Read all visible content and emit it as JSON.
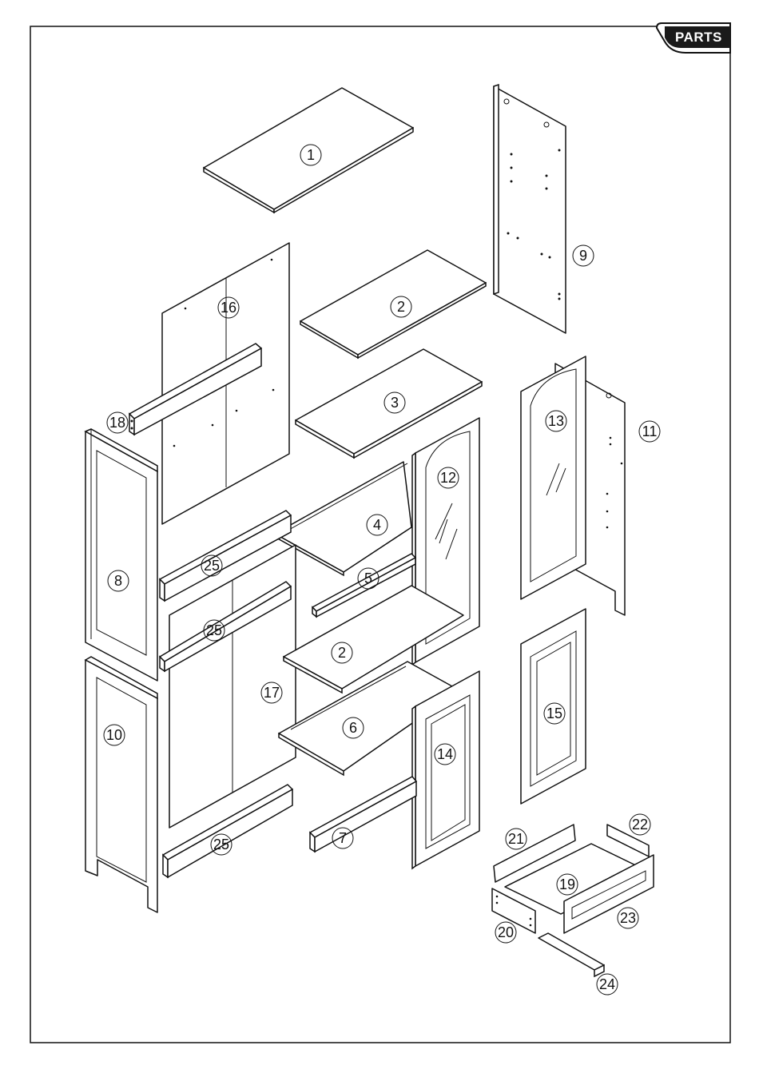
{
  "header": {
    "tab_label": "PARTS"
  },
  "colors": {
    "ink": "#111111",
    "tab_fill": "#1a1a1a",
    "paper": "#ffffff"
  },
  "callouts": [
    {
      "id": "c1",
      "number": "1"
    },
    {
      "id": "c2a",
      "number": "2"
    },
    {
      "id": "c3",
      "number": "3"
    },
    {
      "id": "c4",
      "number": "4"
    },
    {
      "id": "c5",
      "number": "5"
    },
    {
      "id": "c2b",
      "number": "2"
    },
    {
      "id": "c6",
      "number": "6"
    },
    {
      "id": "c7",
      "number": "7"
    },
    {
      "id": "c8",
      "number": "8"
    },
    {
      "id": "c9",
      "number": "9"
    },
    {
      "id": "c10",
      "number": "10"
    },
    {
      "id": "c11",
      "number": "11"
    },
    {
      "id": "c12",
      "number": "12"
    },
    {
      "id": "c13",
      "number": "13"
    },
    {
      "id": "c14",
      "number": "14"
    },
    {
      "id": "c15",
      "number": "15"
    },
    {
      "id": "c16",
      "number": "16"
    },
    {
      "id": "c17",
      "number": "17"
    },
    {
      "id": "c18",
      "number": "18"
    },
    {
      "id": "c19",
      "number": "19"
    },
    {
      "id": "c20",
      "number": "20"
    },
    {
      "id": "c21",
      "number": "21"
    },
    {
      "id": "c22",
      "number": "22"
    },
    {
      "id": "c23",
      "number": "23"
    },
    {
      "id": "c24",
      "number": "24"
    },
    {
      "id": "c25a",
      "number": "25"
    },
    {
      "id": "c25b",
      "number": "25"
    },
    {
      "id": "c25c",
      "number": "25"
    }
  ]
}
